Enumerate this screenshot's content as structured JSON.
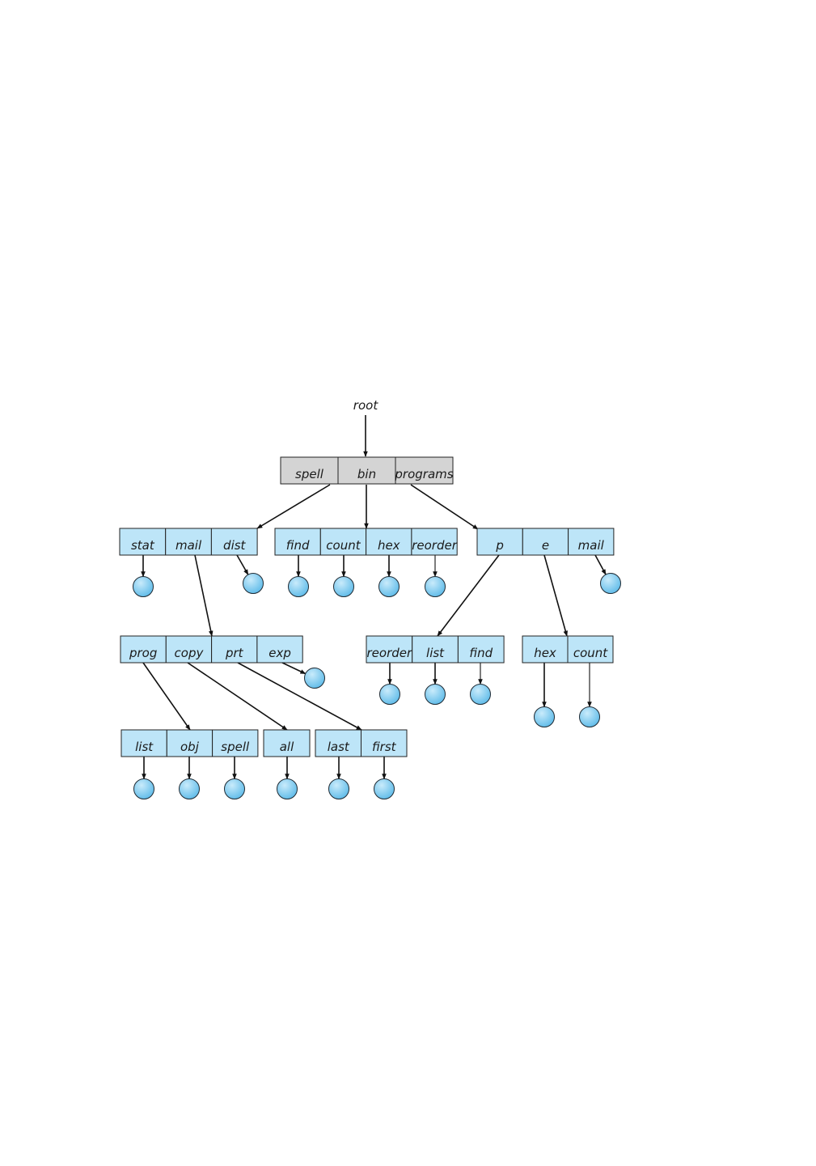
{
  "colors": {
    "root_dir_fill": "#d4d4d4",
    "dir_fill": "#bde5f8",
    "leaf_fill": "#5ab9e8",
    "leaf_highlight": "#c9ebfb",
    "line": "#111111"
  },
  "root_label": "root",
  "directories": [
    {
      "id": "root-dir",
      "entries": [
        "spell",
        "bin",
        "programs"
      ]
    },
    {
      "id": "spell-dir",
      "entries": [
        "stat",
        "mail",
        "dist"
      ]
    },
    {
      "id": "bin-dir",
      "entries": [
        "find",
        "count",
        "hex",
        "reorder"
      ]
    },
    {
      "id": "programs-dir",
      "entries": [
        "p",
        "e",
        "mail"
      ]
    },
    {
      "id": "mail-dir",
      "entries": [
        "prog",
        "copy",
        "prt",
        "exp"
      ]
    },
    {
      "id": "p-dir",
      "entries": [
        "reorder",
        "list",
        "find"
      ]
    },
    {
      "id": "e-dir",
      "entries": [
        "hex",
        "count"
      ]
    },
    {
      "id": "prog-dir",
      "entries": [
        "list",
        "obj",
        "spell"
      ]
    },
    {
      "id": "copy-dir",
      "entries": [
        "all"
      ]
    },
    {
      "id": "prt-dir",
      "entries": [
        "last",
        "first"
      ]
    }
  ]
}
